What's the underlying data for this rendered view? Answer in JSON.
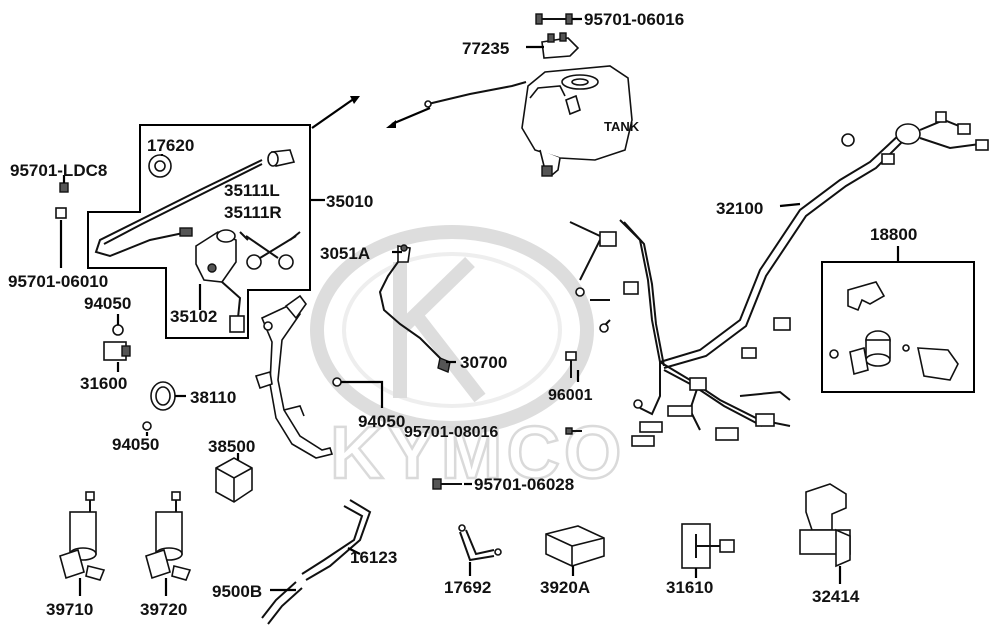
{
  "watermark": {
    "brand": "KYMCO"
  },
  "labels": {
    "p95701_06016": "95701-06016",
    "p77235": "77235",
    "tank": "TANK",
    "p17620": "17620",
    "p95701_ldc8": "95701-LDC8",
    "p35111l": "35111L",
    "p35111r": "35111R",
    "p35010": "35010",
    "p32100": "32100",
    "p18800": "18800",
    "p3051a": "3051A",
    "p95701_06010": "95701-06010",
    "p94050_a": "94050",
    "p35102": "35102",
    "p30700": "30700",
    "p31600": "31600",
    "p96001": "96001",
    "p38110": "38110",
    "p94050_b": "94050",
    "p94050_c": "94050",
    "p95701_08016": "95701-08016",
    "p38500": "38500",
    "p95701_06028": "95701-06028",
    "p16123": "16123",
    "p9500b": "9500B",
    "p17692": "17692",
    "p3920a": "3920A",
    "p31610": "31610",
    "p32414": "32414",
    "p39710": "39710",
    "p39720": "39720"
  }
}
